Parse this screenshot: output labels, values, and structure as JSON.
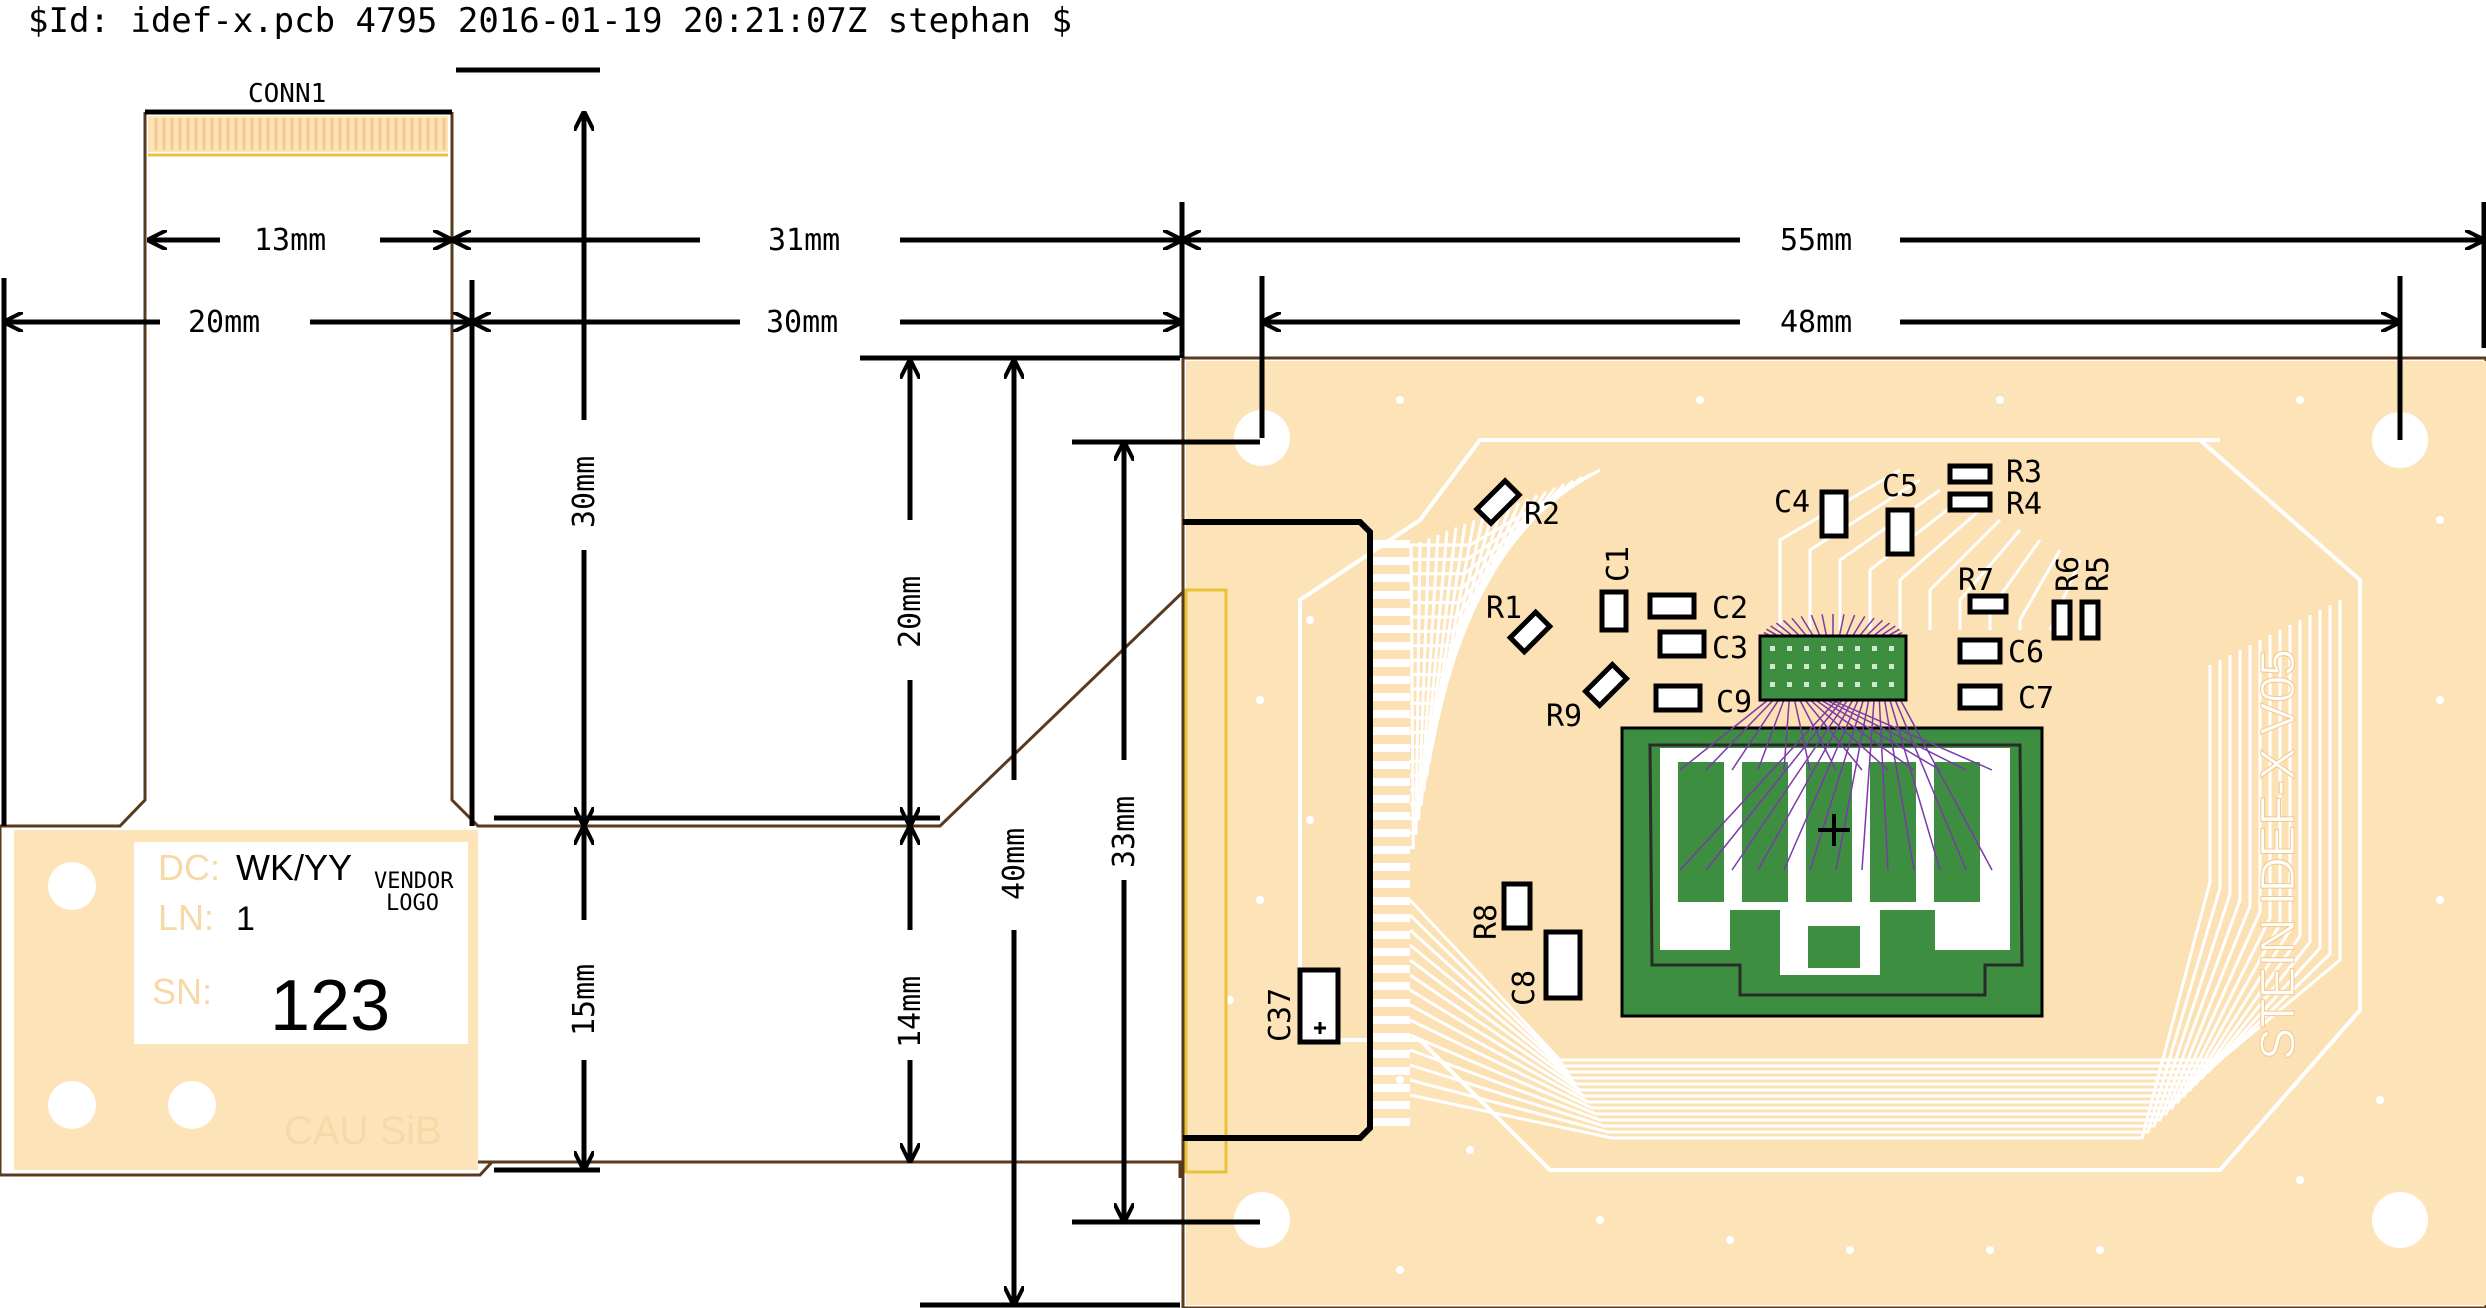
{
  "header": {
    "id_string": "$Id: idef-x.pcb 4795 2016-01-19 20:21:07Z stephan $"
  },
  "connector": {
    "name": "CONN1"
  },
  "dimensions": {
    "conn_width": "13mm",
    "flex_to_board": "31mm",
    "board_width_total": "55mm",
    "flex_width": "20mm",
    "tail_to_board": "30mm",
    "hole_spacing": "48mm",
    "flex_length": "30mm",
    "v20": "20mm",
    "v40": "40mm",
    "v33": "33mm",
    "v15": "15mm",
    "v14": "14mm"
  },
  "tail": {
    "dc_key": "DC:",
    "dc_value": "WK/YY",
    "ln_key": "LN:",
    "ln_value": "1",
    "sn_key": "SN:",
    "sn_value": "123",
    "vendor": "VENDOR",
    "logo": "LOGO",
    "maker": "CAU SiB"
  },
  "board": {
    "title": "STEIN IDEF-X V05"
  },
  "components": {
    "r2": "R2",
    "c4": "C4",
    "c5": "C5",
    "r3": "R3",
    "r4": "R4",
    "c1": "C1",
    "c2": "C2",
    "r7": "R7",
    "r6": "R6",
    "r5": "R5",
    "r1": "R1",
    "c3": "C3",
    "c6": "C6",
    "r9": "R9",
    "c9": "C9",
    "c7": "C7",
    "r8": "R8",
    "c8": "C8",
    "c37": "C37"
  },
  "colors": {
    "substrate": "#fde3b8",
    "trace": "#fce1b5",
    "copper_pad": "#3e8e41",
    "outline": "#5a3a1e",
    "gold": "#e8c33a"
  }
}
